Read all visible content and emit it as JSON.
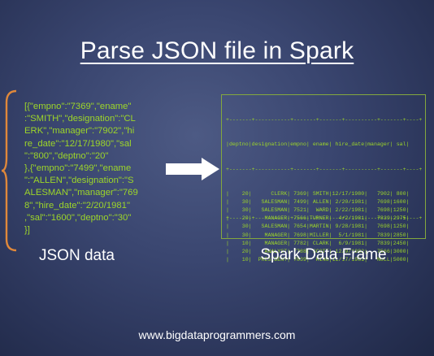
{
  "title": "Parse JSON file in Spark",
  "json_lines": [
    "[{\"empno\":\"7369\",\"ename\"",
    ":\"SMITH\",\"designation\":\"CL",
    "ERK\",\"manager\":\"7902\",\"hi",
    "re_date\":\"12/17/1980\",\"sal",
    "\":\"800\",\"deptno\":\"20\"",
    "},{\"empno\":\"7499\",\"ename",
    "\":\"ALLEN\",\"designation\":\"S",
    "ALESMAN\",\"manager\":\"769",
    "8\",\"hire_date\":\"2/20/1981\"",
    ",\"sal\":\"1600\",\"deptno\":\"30\"",
    "}]"
  ],
  "json_label": "JSON data",
  "table": {
    "separator": "+-------+-----------+-------+-------+----------+-------+----+",
    "header": "|deptno|designation|empno| ename| hire_date|manager| sal|",
    "rows": [
      "|    20|      CLERK| 7369| SMITH|12/17/1980|   7902| 800|",
      "|    30|   SALESMAN| 7499| ALLEN| 2/20/1981|   7698|1600|",
      "|    30|   SALESMAN| 7521|  WARD| 2/22/1981|   7698|1250|",
      "|    20|    MANAGER| 7566|TURNER|  4/2/1981|   7839|2975|",
      "|    30|   SALESMAN| 7654|MARTIN| 9/28/1981|   7698|1250|",
      "|    30|    MANAGER| 7698|MILLER|  5/1/1981|   7839|2850|",
      "|    10|    MANAGER| 7782| CLARK|  6/9/1981|   7839|2450|",
      "|    20|    ANALYST| 7788| SCOTT| 12/9/1982|   7566|3000|",
      "|    10|  PRESIDENT| 7839|  KING|11/17/1981|   NULL|5000|"
    ]
  },
  "frame_label": "Spark Data Frame",
  "url": "www.bigdataprogrammers.com",
  "colors": {
    "accent_green": "#9dd629",
    "brace_orange": "#e0883a",
    "arrow_fill": "#ffffff"
  },
  "icons": {
    "brace": "curly-brace-icon",
    "arrow": "right-arrow-icon"
  }
}
